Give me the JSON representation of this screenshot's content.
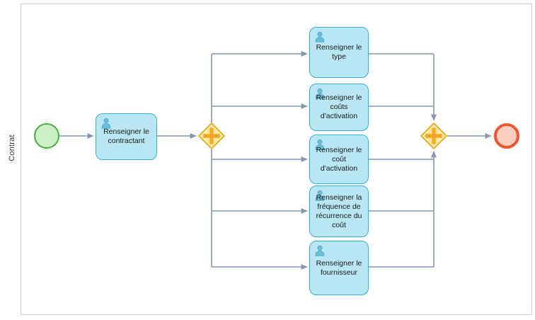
{
  "diagram": {
    "type": "bpmn-process",
    "pool": {
      "lane_label": "Contrat"
    },
    "colors": {
      "task_fill": "#b8e6f2",
      "task_stroke": "#31b0d5",
      "gateway_fill": "#fdeaa0",
      "gateway_stroke": "#e8a317",
      "gateway_symbol": "#f5a623",
      "start_fill": "#cdefc4",
      "start_stroke": "#4aaf3e",
      "end_fill": "#fccfc0",
      "end_stroke": "#f0562d",
      "connector": "#8296b0",
      "pool_border": "#cfcfcf",
      "canvas": "#ffffff"
    },
    "events": [
      {
        "id": "start",
        "kind": "start-event",
        "name": ""
      },
      {
        "id": "end",
        "kind": "end-event",
        "name": ""
      }
    ],
    "gateways": [
      {
        "id": "split",
        "kind": "parallel-gateway",
        "symbol": "+",
        "role": "split"
      },
      {
        "id": "join",
        "kind": "parallel-gateway",
        "symbol": "+",
        "role": "join"
      }
    ],
    "tasks": [
      {
        "id": "task-contractant",
        "kind": "user-task",
        "label": "Renseigner le\ncontractant"
      },
      {
        "id": "task-type",
        "kind": "user-task",
        "label": "Renseigner le\ntype"
      },
      {
        "id": "task-couts-activation",
        "kind": "user-task",
        "label": "Renseigner le\ncoûts\nd'activation"
      },
      {
        "id": "task-cout-activation",
        "kind": "user-task",
        "label": "Renseigner le\ncoût d'activation"
      },
      {
        "id": "task-frequence",
        "kind": "user-task",
        "label": "Renseigner la\nfréquence de\nrécurrence du\ncoût"
      },
      {
        "id": "task-fournisseur",
        "kind": "user-task",
        "label": "Renseigner le\nfournisseur"
      }
    ],
    "flows": [
      {
        "from": "start",
        "to": "task-contractant"
      },
      {
        "from": "task-contractant",
        "to": "split"
      },
      {
        "from": "split",
        "to": "task-type"
      },
      {
        "from": "split",
        "to": "task-couts-activation"
      },
      {
        "from": "split",
        "to": "task-cout-activation"
      },
      {
        "from": "split",
        "to": "task-frequence"
      },
      {
        "from": "split",
        "to": "task-fournisseur"
      },
      {
        "from": "task-type",
        "to": "join"
      },
      {
        "from": "task-couts-activation",
        "to": "join"
      },
      {
        "from": "task-cout-activation",
        "to": "join"
      },
      {
        "from": "task-frequence",
        "to": "join"
      },
      {
        "from": "task-fournisseur",
        "to": "join"
      },
      {
        "from": "join",
        "to": "end"
      }
    ]
  }
}
